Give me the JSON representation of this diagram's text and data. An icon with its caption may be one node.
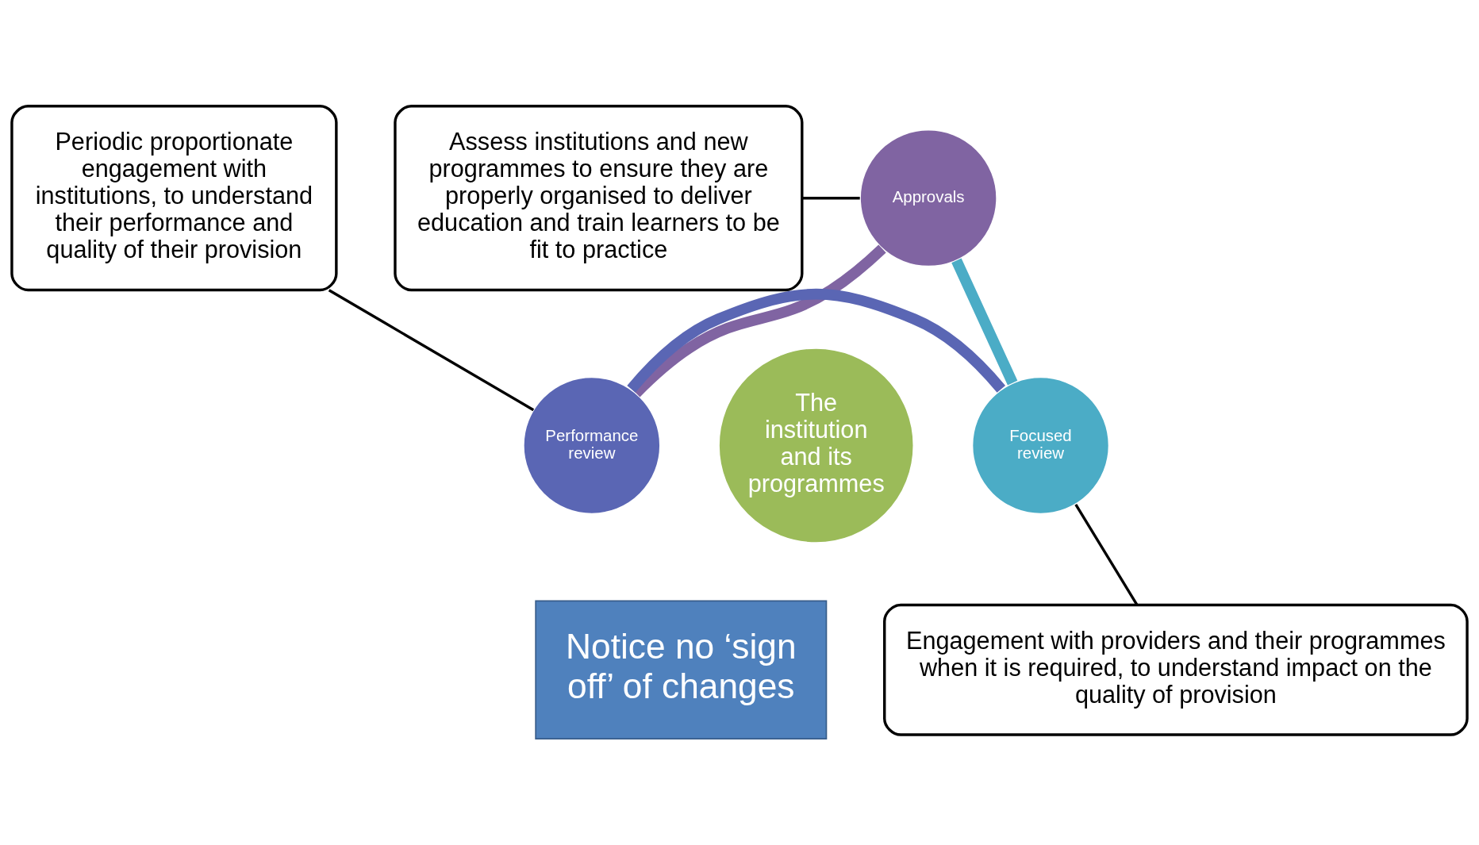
{
  "diagram": {
    "nodes": [
      {
        "text": [
          "Approvals"
        ]
      },
      {
        "text": [
          "Performance review"
        ]
      },
      {
        "text": [
          "Focused review"
        ]
      },
      {
        "text": [
          "The institution and its programmes"
        ]
      },
      {
        "text": [
          "Assess institutions and new programmes to ensure they are properly organised to deliver education and train learners to be fit to practice"
        ]
      },
      {
        "text": [
          "Periodic proportionate engagement with institutions, to understand their performance and quality of their provision"
        ]
      },
      {
        "text": [
          "Engagement with providers and their programmes when it is required, to understand impact on the quality of provision"
        ]
      },
      {
        "text": [
          "Notice no ‘sign off’ of changes"
        ]
      }
    ],
    "edges": [
      {
        "from": 0,
        "to": 1,
        "arrow": "none",
        "style": "thick",
        "color": "#8064a2"
      },
      {
        "from": 1,
        "to": 2,
        "arrow": "none",
        "style": "thick",
        "color": "#5a66b4"
      },
      {
        "from": 2,
        "to": 0,
        "arrow": "none",
        "style": "thick",
        "color": "#4bacc6"
      },
      {
        "from": 4,
        "to": 0,
        "arrow": "none"
      },
      {
        "from": 5,
        "to": 1,
        "arrow": "none"
      },
      {
        "from": 6,
        "to": 2,
        "arrow": "none"
      }
    ]
  }
}
